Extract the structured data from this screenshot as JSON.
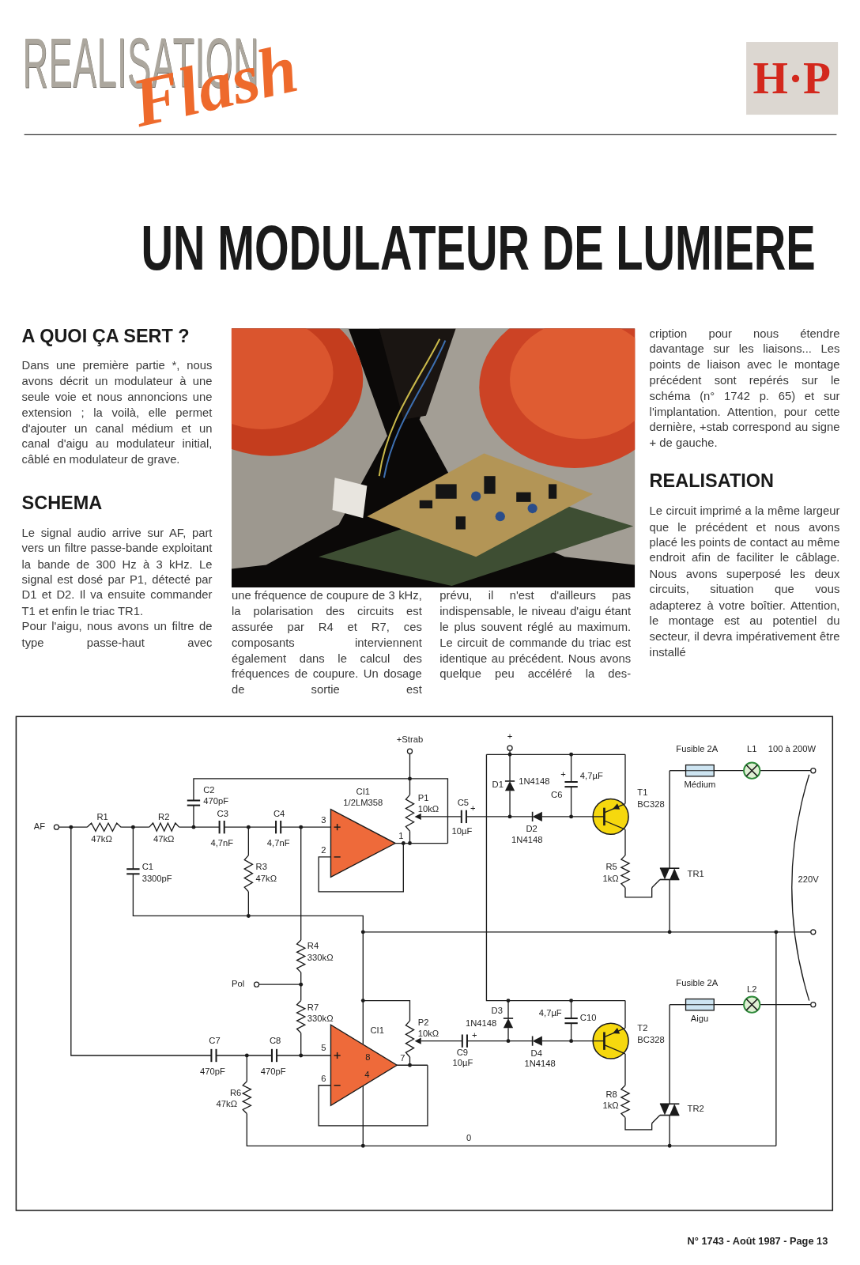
{
  "diagram": {
    "title": "UN MODULATEUR DE LUMIERE",
    "nodes": [
      {
        "text": [
          "H·P"
        ]
      }
    ],
    "labels": [
      "REALISATION",
      "Flash",
      "A QUOI ÇA SERT ?",
      "Dans une première partie *, nous avons décrit un modulateur à une seule voie et nous annoncions une extension ; la voilà, elle permet d'ajouter un canal médium et un canal d'aigu au modulateur initial, câblé en modulateur de grave.",
      "SCHEMA",
      "Le signal audio arrive sur AF, part vers un filtre passe-bande exploitant la bande de 300 Hz à 3 kHz. Le signal est dosé par P1, détecté par D1 et D2. Il va ensuite commander T1 et enfin le triac TR1.",
      "Pour l'aigu, nous avons un filtre de type passe-haut avec",
      "une fréquence de coupure de 3 kHz, la polarisation des circuits est assurée par R4 et R7, ces composants interviennent également dans le calcul des fréquences de coupure. Un dosage de sortie est",
      "prévu, il n'est d'ailleurs pas indispensable, le niveau d'aigu étant le plus souvent réglé au maximum. Le circuit de commande du triac est identique au précédent. Nous avons quelque peu accéléré la des-",
      "cription pour nous étendre davantage sur les liaisons... Les points de liaison avec le montage précédent sont repérés sur le schéma (n° 1742 p. 65) et sur l'implantation. Attention, pour cette dernière, +stab correspond au signe + de gauche.",
      "REALISATION",
      "Le circuit imprimé a la même largeur que le précédent et nous avons placé les points de contact au même endroit afin de faciliter le câblage. Nous avons superposé les deux circuits, situation que vous adapterez à votre boîtier. Attention, le montage est au potentiel du secteur, il devra impérativement être installé",
      "AF",
      "R1",
      "47kΩ",
      "C2",
      "470pF",
      "R2",
      "47kΩ",
      "C1",
      "3300pF",
      "C3",
      "4,7nF",
      "C4",
      "4,7nF",
      "R3",
      "47kΩ",
      "CI1",
      "1/2LM358",
      "3",
      "2",
      "1",
      "+Strab",
      "P1",
      "10kΩ",
      "C5",
      "+",
      "10µF",
      "+",
      "D1",
      "1N4148",
      "+",
      "4,7µF",
      "C6",
      "D2",
      "1N4148",
      "T1",
      "BC328",
      "R5",
      "1kΩ",
      "TR1",
      "Fusible 2A",
      "Médium",
      "L1",
      "100 à 200W",
      "220V",
      "R4",
      "330kΩ",
      "Pol",
      "R7",
      "330kΩ",
      "C7",
      "470pF",
      "C8",
      "470pF",
      "R6",
      "47kΩ",
      "CI1",
      "5",
      "8",
      "6",
      "7",
      "4",
      "P2",
      "10kΩ",
      "+",
      "C9",
      "10µF",
      "D3",
      "1N4148",
      "4,7µF",
      "C10",
      "D4",
      "1N4148",
      "T2",
      "BC328",
      "R8",
      "1kΩ",
      "TR2",
      "Fusible 2A",
      "L2",
      "Aigu",
      "0",
      "N° 1743 - Août 1987 - Page 13"
    ]
  }
}
